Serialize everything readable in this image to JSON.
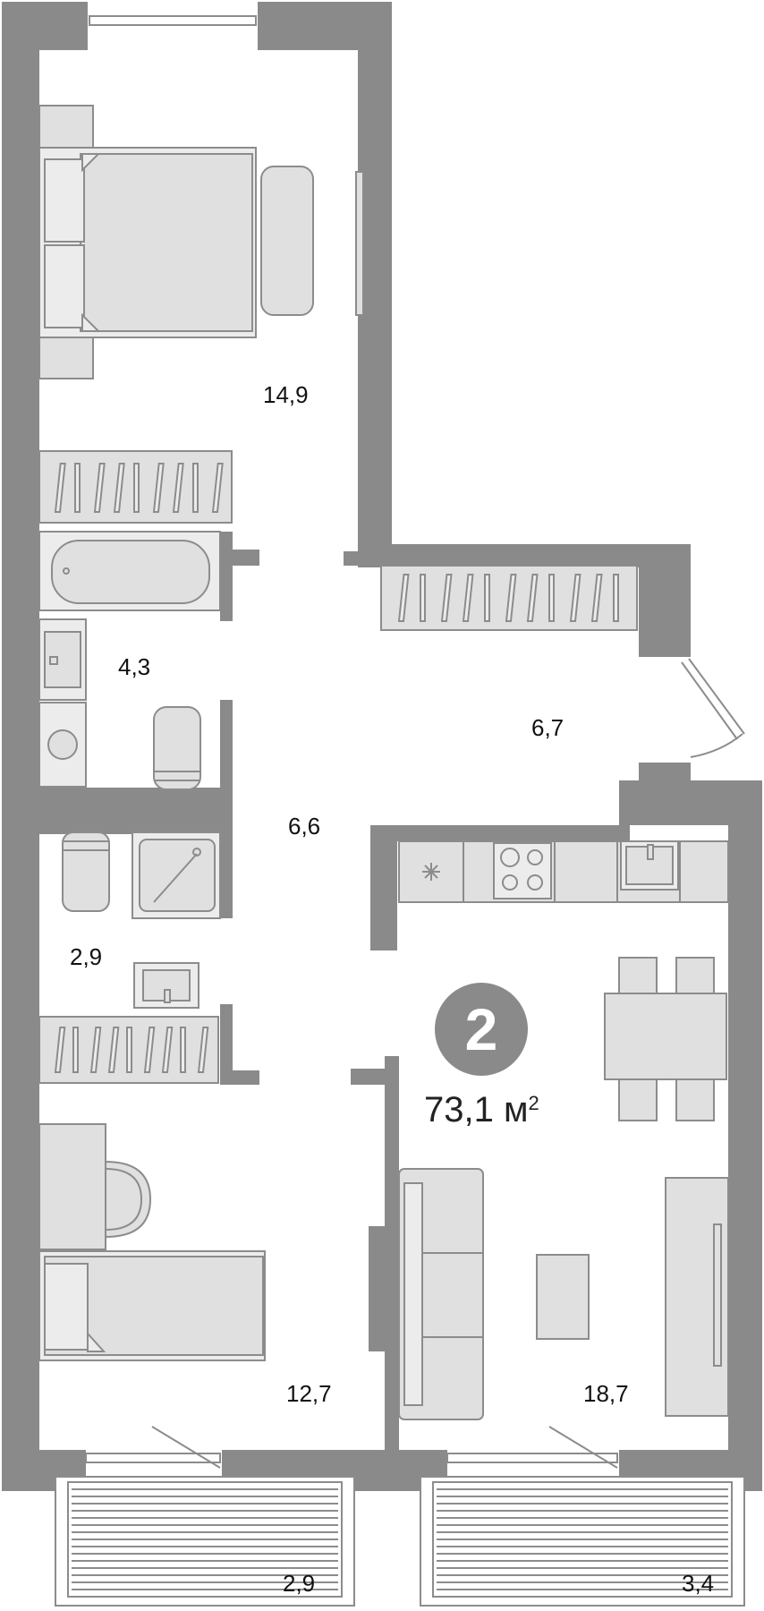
{
  "plan": {
    "rooms_count": "2",
    "total_area": {
      "value": "73,1",
      "unit": "м",
      "unit_power": "2"
    },
    "room_areas": [
      {
        "id": "bedroom-1",
        "area": "14,9"
      },
      {
        "id": "bathroom",
        "area": "4,3"
      },
      {
        "id": "entry-hall",
        "area": "6,7"
      },
      {
        "id": "corridor",
        "area": "6,6"
      },
      {
        "id": "shower-room",
        "area": "2,9"
      },
      {
        "id": "bedroom-2",
        "area": "12,7"
      },
      {
        "id": "living-kitchen",
        "area": "18,7"
      },
      {
        "id": "balcony-left",
        "area": "2,9"
      },
      {
        "id": "balcony-right",
        "area": "3,4"
      }
    ],
    "colors": {
      "walls": "#8a8a8a",
      "furniture_fill": "#e0e0e0",
      "furniture_stroke": "#8c8c8c",
      "badge": "#8a8a8a"
    }
  }
}
